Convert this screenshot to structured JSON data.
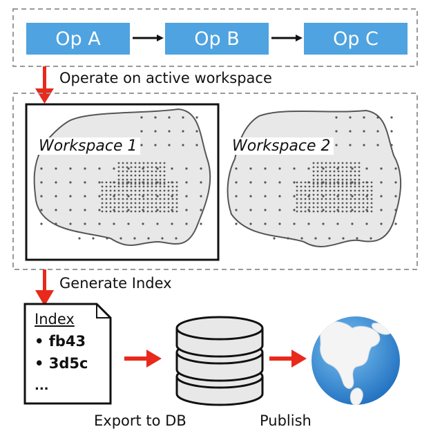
{
  "ops": [
    "Op A",
    "Op B",
    "Op C"
  ],
  "steps": {
    "operate": "Operate on active workspace",
    "generate": "Generate Index",
    "export": "Export to DB",
    "publish": "Publish"
  },
  "workspaces": [
    "Workspace 1",
    "Workspace 2"
  ],
  "index": {
    "title": "Index",
    "items": [
      "• fb43",
      "• 3d5c"
    ],
    "more": "..."
  },
  "colors": {
    "op_fill": "#4ea3e0",
    "arrow_red": "#e8291c",
    "dashed_border": "#999999",
    "workspace_fill": "#e8e8e8",
    "globe_blue": "#3b8fd9"
  },
  "icons": [
    "right-arrow-icon",
    "red-down-arrow-icon",
    "red-right-arrow-icon",
    "database-icon",
    "globe-icon",
    "document-icon"
  ]
}
